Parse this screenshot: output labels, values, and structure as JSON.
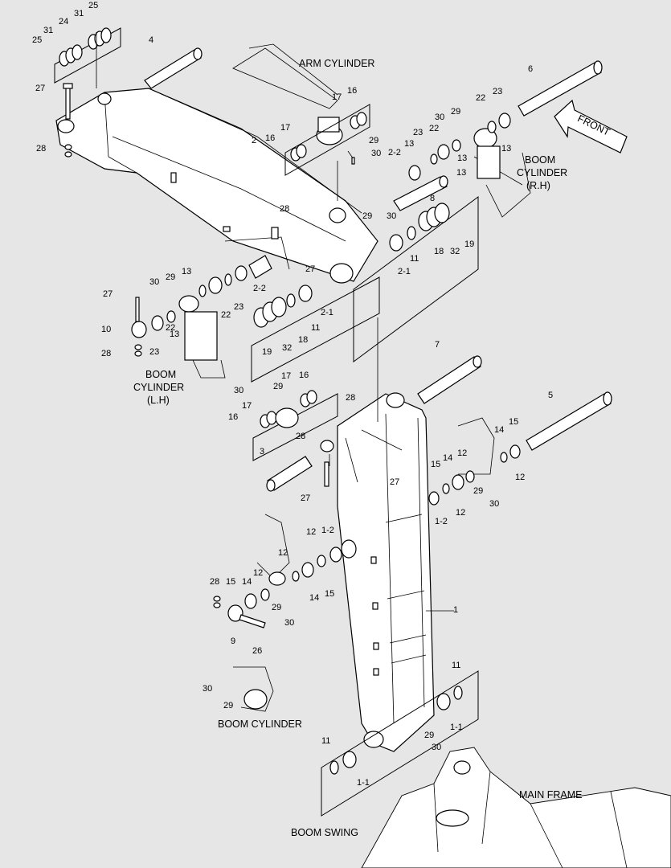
{
  "captions": {
    "arm_cylinder": "ARM CYLINDER",
    "front": "FRONT",
    "boom_cylinder_rh_1": "BOOM",
    "boom_cylinder_rh_2": "CYLINDER",
    "boom_cylinder_rh_3": "(R.H)",
    "boom_cylinder_lh_1": "BOOM",
    "boom_cylinder_lh_2": "CYLINDER",
    "boom_cylinder_lh_3": "(L.H)",
    "boom_cylinder": "BOOM CYLINDER",
    "boom_swing": "BOOM SWING",
    "main_frame": "MAIN FRAME"
  },
  "callouts": [
    "25",
    "31",
    "24",
    "31",
    "25",
    "4",
    "27",
    "28",
    "2",
    "16",
    "17",
    "17",
    "16",
    "29",
    "30",
    "6",
    "23",
    "22",
    "30",
    "29",
    "23",
    "22",
    "13",
    "13",
    "2-2",
    "13",
    "8",
    "28",
    "29",
    "30",
    "13",
    "13",
    "2-2",
    "27",
    "30",
    "29",
    "23",
    "22",
    "13",
    "10",
    "23",
    "22",
    "28",
    "27",
    "19",
    "32",
    "18",
    "11",
    "2-1",
    "11",
    "2-1",
    "19",
    "32",
    "18",
    "30",
    "29",
    "17",
    "16",
    "17",
    "16",
    "28",
    "28",
    "3",
    "27",
    "7",
    "5",
    "27",
    "15",
    "14",
    "12",
    "15",
    "14",
    "12",
    "12",
    "1-2",
    "29",
    "30",
    "1",
    "12",
    "1-2",
    "12",
    "15",
    "14",
    "28",
    "15",
    "14",
    "12",
    "9",
    "26",
    "29",
    "30",
    "30",
    "29",
    "11",
    "1-1",
    "29",
    "30",
    "11",
    "1-1"
  ]
}
